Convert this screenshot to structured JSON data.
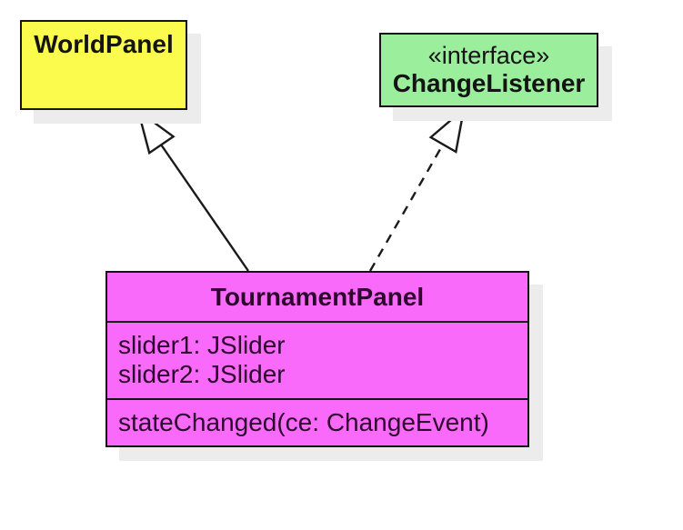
{
  "diagram_type": "uml-class-diagram",
  "colors": {
    "background": "#ffffff",
    "world_panel_fill": "#fbfb4e",
    "interface_fill": "#9aee9c",
    "tournament_panel_fill": "#fa6afa",
    "border": "#141414",
    "connector": "#1a1a1a",
    "shadow": "#ececec"
  },
  "classes": {
    "world_panel": {
      "name": "WorldPanel"
    },
    "change_listener": {
      "stereotype": "«interface»",
      "name": "ChangeListener"
    },
    "tournament_panel": {
      "name": "TournamentPanel",
      "attributes": [
        "slider1: JSlider",
        "slider2: JSlider"
      ],
      "operations": [
        "stateChanged(ce: ChangeEvent)"
      ]
    }
  },
  "relationships": [
    {
      "type": "generalization",
      "from": "TournamentPanel",
      "to": "WorldPanel",
      "line_style": "solid",
      "arrowhead": "hollow-triangle"
    },
    {
      "type": "realization",
      "from": "TournamentPanel",
      "to": "ChangeListener",
      "line_style": "dashed",
      "arrowhead": "hollow-triangle"
    }
  ]
}
